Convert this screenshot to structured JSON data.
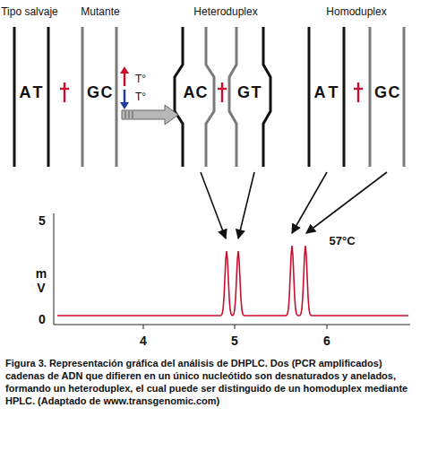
{
  "diagram": {
    "caption": "Figura 3. Representación gráfica del análisis de DHPLC. Dos (PCR amplificados) cadenas de ADN que difieren en un único nucleótido son desnaturados y anelados, formando un heteroduplex, el cual puede ser distinguido de un homoduplex mediante HPLC. (Adaptado de www.transgenomic.com)",
    "labels": [
      "Tipo salvaje",
      "Mutante",
      "Heteroduplex",
      "Homoduplex",
      "A",
      "T",
      "G",
      "C",
      "T°",
      "T°",
      "A",
      "C",
      "G",
      "T",
      "A",
      "T",
      "G",
      "C",
      "5",
      "m V",
      "0",
      "4",
      "5",
      "6",
      "57°C"
    ]
  }
}
